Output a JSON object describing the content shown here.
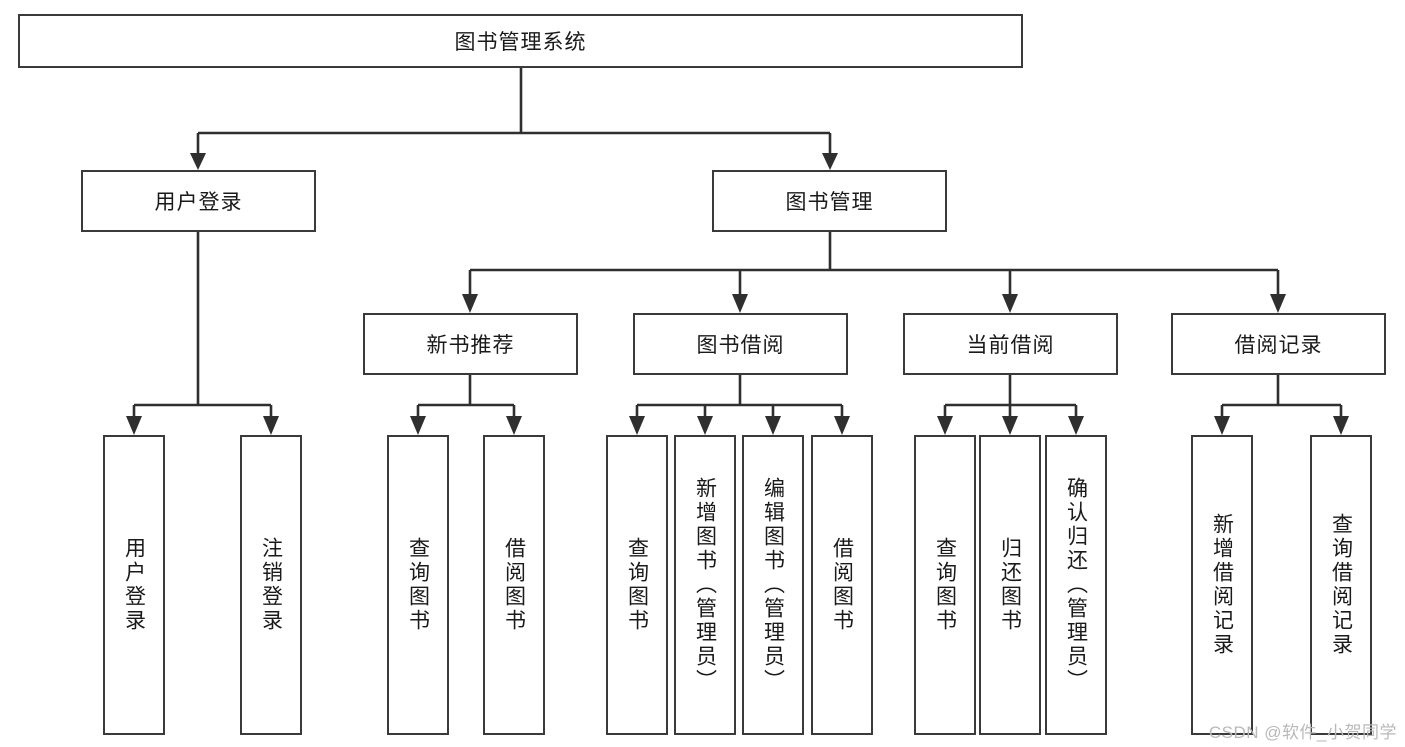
{
  "diagram": {
    "type": "tree",
    "title": "图书管理系统",
    "watermark": "CSDN @软件_小贺同学",
    "levels": {
      "root": {
        "label": "图书管理系统"
      },
      "level2": [
        {
          "id": "user-login",
          "label": "用户登录"
        },
        {
          "id": "book-management",
          "label": "图书管理"
        }
      ],
      "level3": [
        {
          "id": "new-book-recommend",
          "label": "新书推荐",
          "parent": "book-management"
        },
        {
          "id": "book-borrow",
          "label": "图书借阅",
          "parent": "book-management"
        },
        {
          "id": "current-borrow",
          "label": "当前借阅",
          "parent": "book-management"
        },
        {
          "id": "borrow-record",
          "label": "借阅记录",
          "parent": "book-management"
        }
      ],
      "leaves": [
        {
          "id": "leaf-user-login",
          "label": "用户登录",
          "parent": "user-login"
        },
        {
          "id": "leaf-logout-login",
          "label": "注销登录",
          "parent": "user-login"
        },
        {
          "id": "leaf-query-book-1",
          "label": "查询图书",
          "parent": "new-book-recommend"
        },
        {
          "id": "leaf-borrow-book-1",
          "label": "借阅图书",
          "parent": "new-book-recommend"
        },
        {
          "id": "leaf-query-book-2",
          "label": "查询图书",
          "parent": "book-borrow"
        },
        {
          "id": "leaf-add-book",
          "label": "新增图书（管理员）",
          "parent": "book-borrow"
        },
        {
          "id": "leaf-edit-book",
          "label": "编辑图书（管理员）",
          "parent": "book-borrow"
        },
        {
          "id": "leaf-borrow-book-2",
          "label": "借阅图书",
          "parent": "book-borrow"
        },
        {
          "id": "leaf-query-book-3",
          "label": "查询图书",
          "parent": "current-borrow"
        },
        {
          "id": "leaf-return-book",
          "label": "归还图书",
          "parent": "current-borrow"
        },
        {
          "id": "leaf-confirm-return",
          "label": "确认归还（管理员）",
          "parent": "current-borrow"
        },
        {
          "id": "leaf-add-record",
          "label": "新增借阅记录",
          "parent": "borrow-record"
        },
        {
          "id": "leaf-query-record",
          "label": "查询借阅记录",
          "parent": "borrow-record"
        }
      ]
    },
    "colors": {
      "stroke": "#2f2f2f",
      "fill": "#ffffff",
      "text": "#1a1a1a",
      "watermark": "#b9b9b9"
    }
  }
}
